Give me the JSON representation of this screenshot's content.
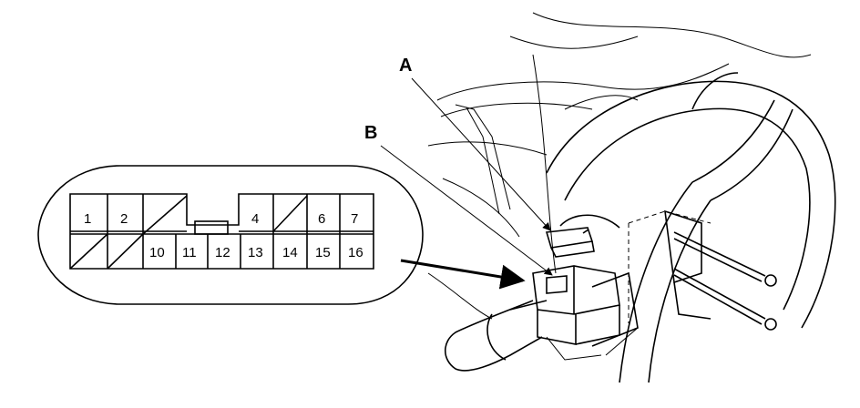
{
  "labels": {
    "a": "A",
    "b": "B"
  },
  "connector": {
    "top_row": [
      "1",
      "2",
      "",
      "4",
      "",
      "6",
      "7"
    ],
    "bottom_row": [
      "",
      "",
      "10",
      "11",
      "12",
      "13",
      "14",
      "15",
      "16"
    ]
  }
}
